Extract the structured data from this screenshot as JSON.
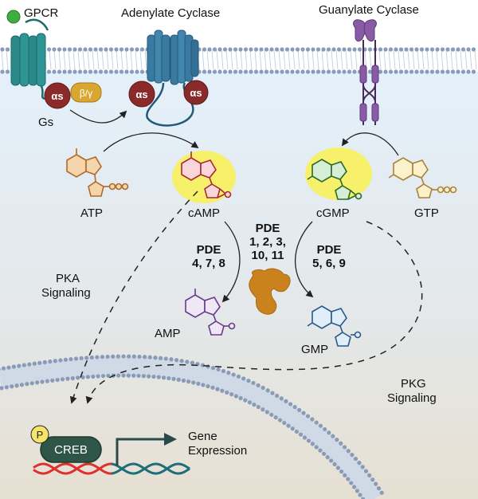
{
  "title": "cAMP and cGMP signaling pathway",
  "colors": {
    "cytosol_top": "#e3eff9",
    "cytosol_bottom": "#e6e0d2",
    "membrane_head": "#8a9bb8",
    "gpcr": "#2a8a8a",
    "adenylate_cyclase": "#3a7aa0",
    "guanylate_cyclase": "#8a5aa6",
    "alpha_s": "#8a2a2a",
    "beta_gamma": "#d9a632",
    "highlight": "#f7f06a",
    "pde_enzyme": "#c9821c",
    "creb": "#2f5548",
    "dna_left": "#e0302e",
    "dna_right": "#1e6e78"
  },
  "labels": {
    "gpcr": "GPCR",
    "adenylate_cyclase": "Adenylate Cyclase",
    "guanylate_cyclase": "Guanylate Cyclase",
    "gs": "Gs",
    "alpha_s": "αs",
    "beta_gamma": "β/γ",
    "atp": "ATP",
    "camp": "cAMP",
    "cgmp": "cGMP",
    "gtp": "GTP",
    "amp": "AMP",
    "gmp": "GMP",
    "pde_left_line1": "PDE",
    "pde_left_line2": "4, 7, 8",
    "pde_center_line1": "PDE",
    "pde_center_line2": "1, 2, 3,",
    "pde_center_line3": "10, 11",
    "pde_right_line1": "PDE",
    "pde_right_line2": "5, 6, 9",
    "pka_line1": "PKA",
    "pka_line2": "Signaling",
    "pkg_line1": "PKG",
    "pkg_line2": "Signaling",
    "creb": "CREB",
    "phospho": "P",
    "gene_line1": "Gene",
    "gene_line2": "Expression"
  }
}
